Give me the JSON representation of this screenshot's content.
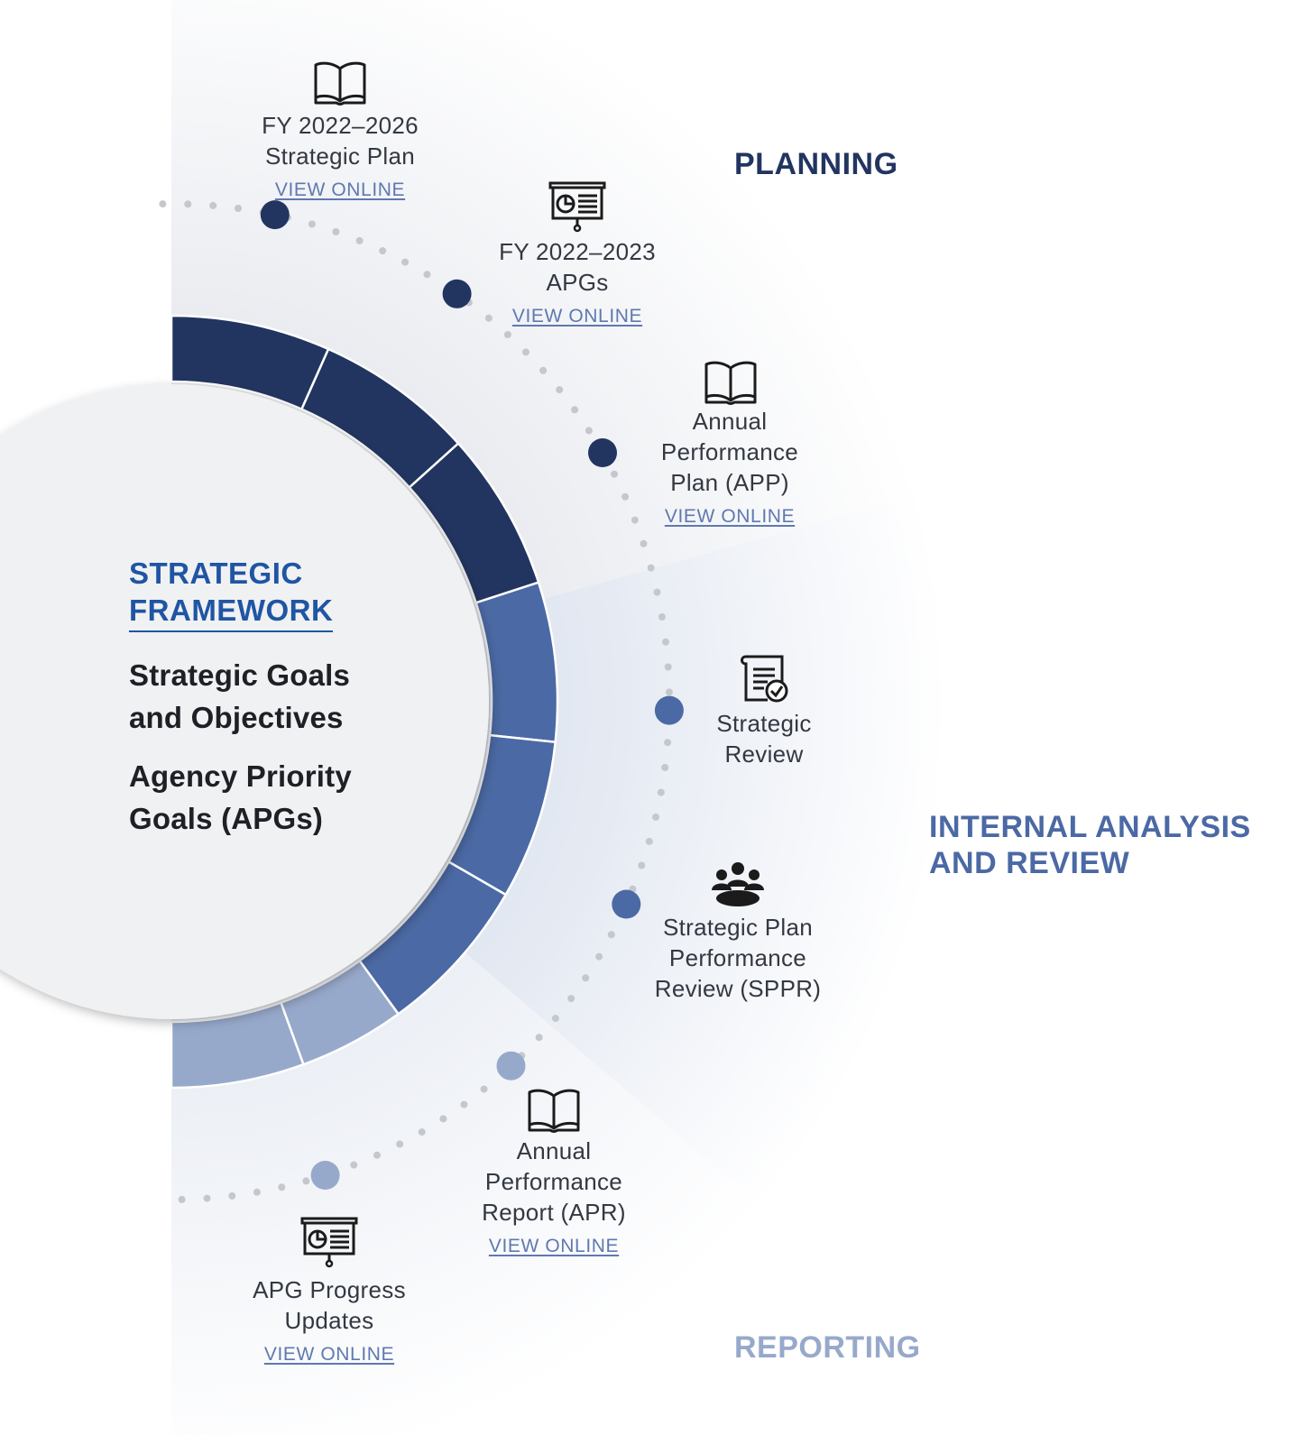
{
  "colors": {
    "planning": "#223560",
    "review": "#4b69a4",
    "reporting": "#97a9cb",
    "fw_title": "#1f55a4",
    "link": "#5f79b0"
  },
  "framework": {
    "title_lines": [
      "STRATEGIC",
      "FRAMEWORK"
    ],
    "goals_lines": [
      "Strategic Goals",
      "and Objectives"
    ],
    "apg_lines": [
      "Agency Priority",
      "Goals (APGs)"
    ]
  },
  "phases": {
    "planning": "PLANNING",
    "review_lines": [
      "INTERNAL ANALYSIS",
      "AND REVIEW"
    ],
    "reporting": "REPORTING"
  },
  "items": [
    {
      "lines": [
        "FY 2022–2026",
        "Strategic Plan"
      ],
      "link": "VIEW ONLINE",
      "icon": "book-icon",
      "phase": "planning"
    },
    {
      "lines": [
        "FY 2022–2023",
        "APGs"
      ],
      "link": "VIEW ONLINE",
      "icon": "presentation-chart-icon",
      "phase": "planning"
    },
    {
      "lines": [
        "Annual",
        "Performance",
        "Plan (APP)"
      ],
      "link": "VIEW ONLINE",
      "icon": "book-icon",
      "phase": "planning"
    },
    {
      "lines": [
        "Strategic",
        "Review"
      ],
      "link": "",
      "icon": "document-check-icon",
      "phase": "review"
    },
    {
      "lines": [
        "Strategic Plan",
        "Performance",
        "Review (SPPR)"
      ],
      "link": "",
      "icon": "team-meeting-icon",
      "phase": "review"
    },
    {
      "lines": [
        "Annual",
        "Performance",
        "Report (APR)"
      ],
      "link": "VIEW ONLINE",
      "icon": "book-icon",
      "phase": "reporting"
    },
    {
      "lines": [
        "APG Progress",
        "Updates"
      ],
      "link": "VIEW ONLINE",
      "icon": "presentation-chart-icon",
      "phase": "reporting"
    }
  ]
}
